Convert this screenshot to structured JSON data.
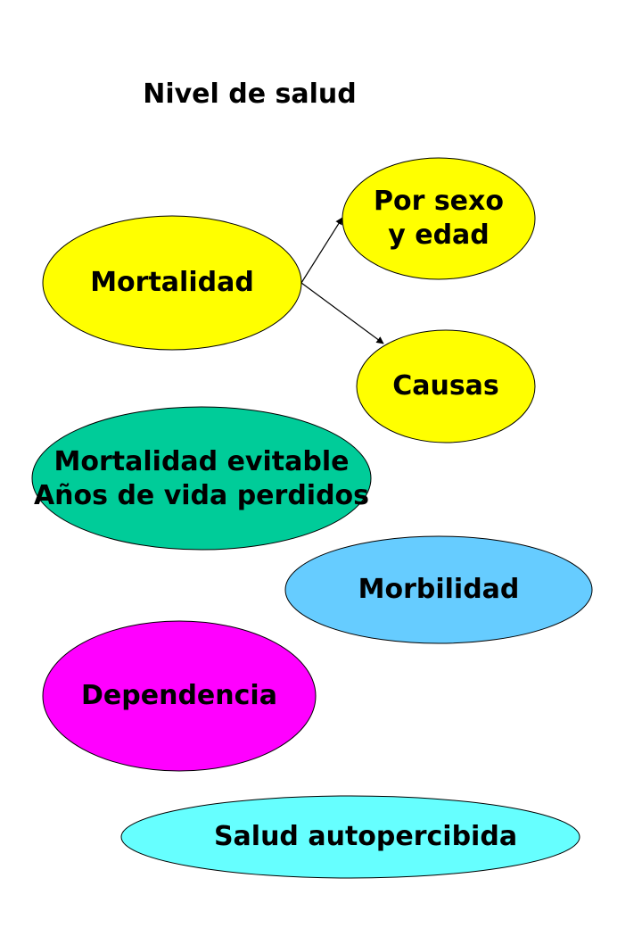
{
  "title": "Nivel de salud",
  "colors": {
    "yellow": "#ffff00",
    "green": "#00cc99",
    "blue": "#66ccff",
    "magenta": "#ff00ff",
    "cyan": "#66ffff",
    "stroke": "#000000"
  },
  "nodes": {
    "mortalidad": {
      "label": "Mortalidad",
      "color": "#ffff00"
    },
    "por_sexo": {
      "label": "Por sexo\ny edad",
      "color": "#ffff00"
    },
    "causas": {
      "label": "Causas",
      "color": "#ffff00"
    },
    "mortalidad_evitable": {
      "label": "Mortalidad evitable\nAños de vida perdidos",
      "color": "#00cc99"
    },
    "morbilidad": {
      "label": "Morbilidad",
      "color": "#66ccff"
    },
    "dependencia": {
      "label": "Dependencia",
      "color": "#ff00ff"
    },
    "salud_autopercibida": {
      "label": "Salud autopercibida",
      "color": "#66ffff"
    }
  },
  "edges": [
    {
      "from": "mortalidad",
      "to": "por_sexo"
    },
    {
      "from": "mortalidad",
      "to": "causas"
    }
  ]
}
